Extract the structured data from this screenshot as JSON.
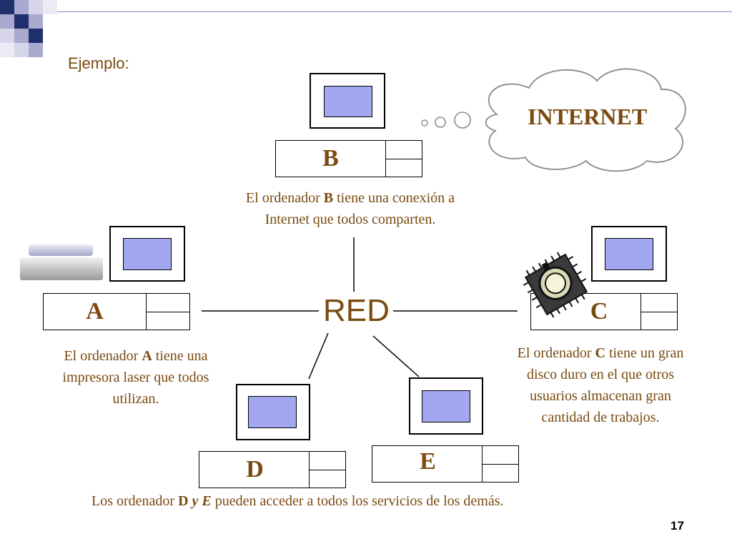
{
  "slide": {
    "example_label": "Ejemplo:",
    "network_label": "RED",
    "internet_label": "INTERNET",
    "page_number": "17"
  },
  "computers": {
    "a": {
      "letter": "A"
    },
    "b": {
      "letter": "B"
    },
    "c": {
      "letter": "C"
    },
    "d": {
      "letter": "D"
    },
    "e": {
      "letter": "E"
    }
  },
  "descriptions": {
    "b": {
      "pre": "El ordenador ",
      "bold": "B",
      "post": " tiene una conexión a",
      "line2": "Internet que todos comparten."
    },
    "a": {
      "pre": "El ordenador ",
      "bold": "A",
      "post": " tiene una",
      "line2": "impresora laser que todos",
      "line3": "utilizan."
    },
    "c": {
      "pre": "El ordenador ",
      "bold": "C",
      "post": " tiene un gran",
      "line2": "disco duro en el que otros",
      "line3": "usuarios almacenan gran",
      "line4": "cantidad de trabajos."
    },
    "de": {
      "pre": "Los ordenador ",
      "bold1": "D",
      "mid": " ",
      "bold2": "y E",
      "post": " pueden acceder a todos los servicios de los demás."
    }
  },
  "colors": {
    "text": "#7a4a10",
    "screen": "#a2a8f0",
    "deco_navy": "#1f2f6e",
    "deco_purple": "#a9a8cf"
  }
}
